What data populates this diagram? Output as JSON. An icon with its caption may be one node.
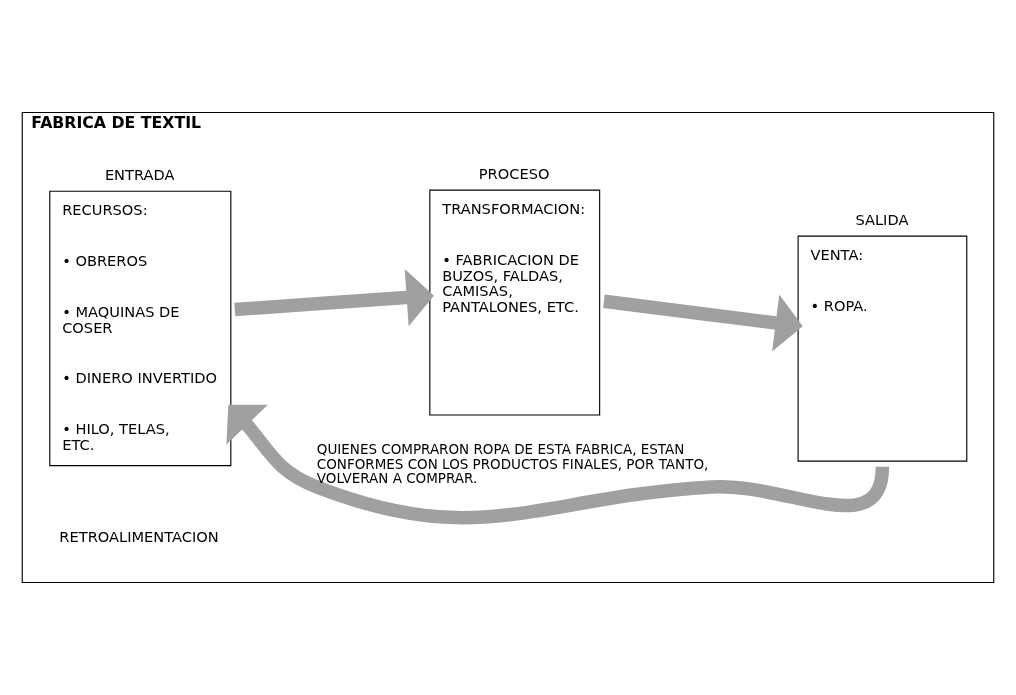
{
  "diagram": {
    "nodes": [
      {
        "text": [
          "FABRICA DE TEXTIL"
        ]
      },
      {
        "text": [
          "ENTRADA",
          "RECURSOS:",
          "• OBREROS",
          "• MAQUINAS DE COSER",
          "• DINERO INVERTIDO",
          "• HILO, TELAS, ETC."
        ],
        "in": 0
      },
      {
        "text": [
          "PROCESO",
          "TRANSFORMACION:",
          "• FABRICACION DE BUZOS, FALDAS, CAMISAS, PANTALONES, ETC."
        ],
        "in": 0
      },
      {
        "text": [
          "SALIDA",
          "VENTA:",
          "• ROPA."
        ],
        "in": 0
      }
    ],
    "edges": [
      {
        "from": 1,
        "to": 2,
        "arrow": "to"
      },
      {
        "from": 2,
        "to": 3,
        "arrow": "to"
      },
      {
        "from": 3,
        "to": 1,
        "arrow": "to",
        "label": "QUIENES COMPRARON ROPA DE ESTA FABRICA, ESTAN CONFORMES CON LOS PRODUCTOS FINALES, POR TANTO, VOLVERAN A COMPRAR."
      }
    ],
    "labels": [
      "RETROALIMENTACION"
    ]
  }
}
